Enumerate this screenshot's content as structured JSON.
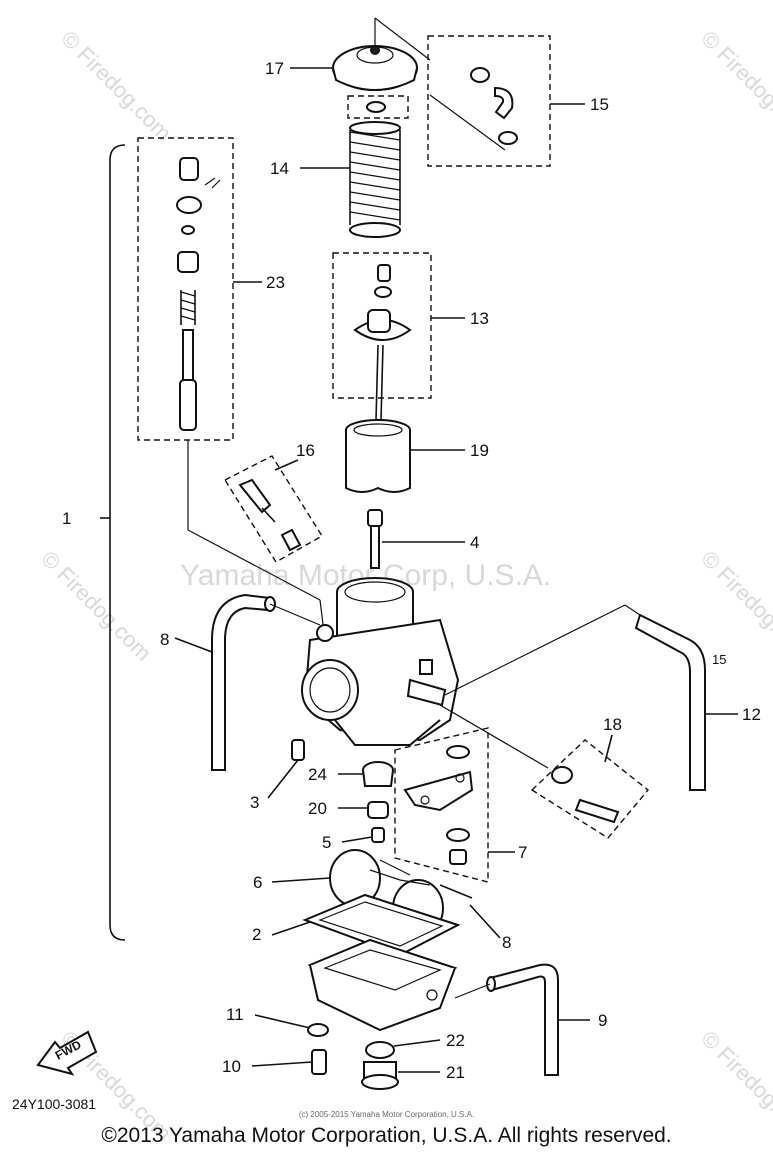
{
  "diagram": {
    "watermark_main": "Yamaha Motor Corp, U.S.A.",
    "watermark_site": "© Firedog.com",
    "catalog_code": "24Y100-3081",
    "fwd_label": "FWD",
    "small_note": "(c) 2005-2015 Yamaha Motor Corporation, U.S.A.",
    "copyright": "©2013 Yamaha Motor Corporation, U.S.A. All rights reserved.",
    "callouts": {
      "c1": "1",
      "c2": "2",
      "c3": "3",
      "c4": "4",
      "c5": "5",
      "c6": "6",
      "c7": "7",
      "c8a": "8",
      "c8b": "8",
      "c9": "9",
      "c10": "10",
      "c11": "11",
      "c12": "12",
      "c13": "13",
      "c14": "14",
      "c15a": "15",
      "c15b": "15",
      "c16": "16",
      "c17": "17",
      "c18": "18",
      "c19": "19",
      "c20": "20",
      "c21": "21",
      "c22": "22",
      "c23": "23",
      "c24": "24"
    }
  }
}
